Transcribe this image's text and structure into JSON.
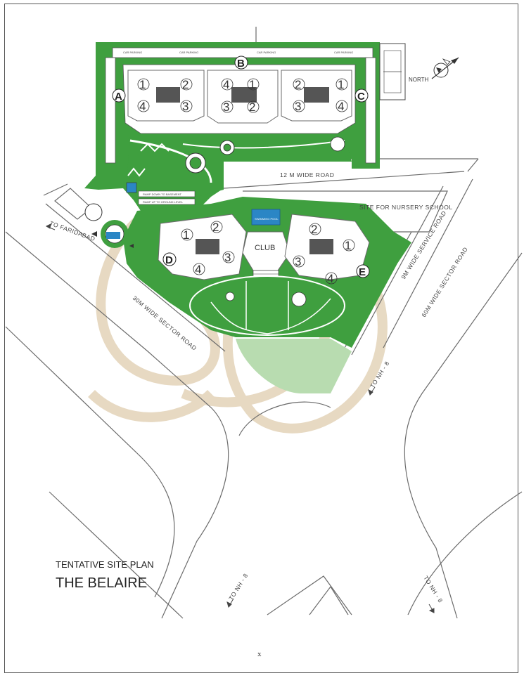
{
  "title": {
    "line1": "TENTATIVE SITE PLAN",
    "line2": "THE BELAIRE"
  },
  "compass": {
    "label": "NORTH"
  },
  "labels": {
    "road_12m": "12 M WIDE ROAD",
    "nursery": "SITE FOR NURSERY SCHOOL",
    "faridabad": "TO FARIDABAD",
    "sector_30m": "30M WIDE SECTOR ROAD",
    "service_9m": "9M WIDE SERVICE ROAD",
    "sector_60m": "60M WIDE SECTOR ROAD",
    "nh8_a": "TO NH - 8",
    "nh8_b": "TO NH - 8",
    "nh8_c": "TO NH - 8",
    "club": "CLUB",
    "pool": "SWIMMING POOL",
    "ramp_down": "RAMP DOWN TO BASEMENT",
    "ramp_up": "RAMP UP TO GROUND LEVEL",
    "car_parking": "CAR PARKING"
  },
  "towers": [
    "A",
    "B",
    "C",
    "D",
    "E"
  ],
  "unit_numbers": [
    "1",
    "2",
    "3",
    "4"
  ],
  "colors": {
    "green": "#3f9f3f",
    "light_green": "#b8dcb0",
    "pool": "#2b86c5",
    "watermark": "#e3d3b8"
  },
  "page_mark": "x"
}
